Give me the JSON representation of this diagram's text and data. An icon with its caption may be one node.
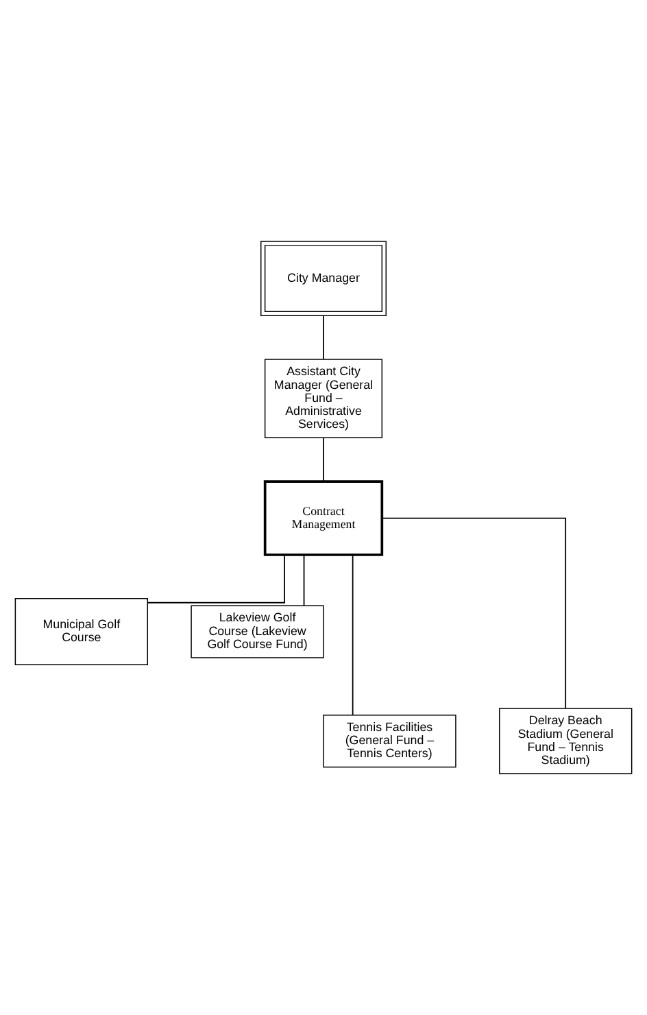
{
  "diagram": {
    "nodes": [
      {
        "text": [
          "City Manager"
        ]
      },
      {
        "text": [
          "Assistant City Manager (General Fund – Administrative Services)"
        ]
      },
      {
        "text": [
          "Contract Management"
        ]
      },
      {
        "text": [
          "Municipal Golf Course"
        ]
      },
      {
        "text": [
          "Lakeview Golf Course (Lakeview Golf Course Fund)"
        ]
      },
      {
        "text": [
          "Tennis Facilities (General Fund – Tennis Centers)"
        ]
      },
      {
        "text": [
          "Delray Beach Stadium (General Fund – Tennis Stadium)"
        ]
      }
    ],
    "edges": [
      {
        "from": 0,
        "to": 1,
        "arrow": "none"
      },
      {
        "from": 1,
        "to": 2,
        "arrow": "none"
      },
      {
        "from": 2,
        "to": 3,
        "arrow": "none"
      },
      {
        "from": 2,
        "to": 4,
        "arrow": "none"
      },
      {
        "from": 2,
        "to": 5,
        "arrow": "none"
      },
      {
        "from": 2,
        "to": 6,
        "arrow": "none"
      }
    ]
  }
}
